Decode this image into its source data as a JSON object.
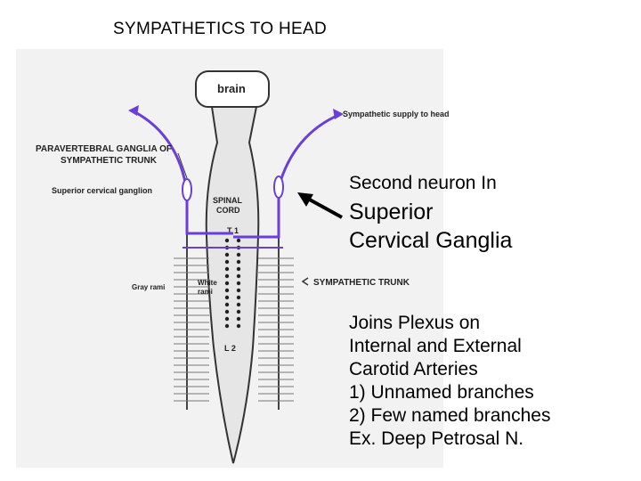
{
  "title": "SYMPATHETICS TO HEAD",
  "diagram": {
    "brain": "brain",
    "supply": "Sympathetic supply to head",
    "paravertebral_1": "PARAVERTEBRAL GANGLIA OF",
    "paravertebral_2": "SYMPATHETIC TRUNK",
    "superior_ganglion": "Superior cervical ganglion",
    "spinal_1": "SPINAL",
    "spinal_2": "CORD",
    "t1": "T 1",
    "l2": "L 2",
    "gray_rami": "Gray rami",
    "white_rami_1": "White",
    "white_rami_2": "rami",
    "sympathetic_trunk": "SYMPATHETIC TRUNK"
  },
  "side_text": {
    "line1": "Second neuron In",
    "line2": "Superior",
    "line3": "Cervical Ganglia",
    "block": [
      "Joins Plexus on",
      "Internal and External",
      "Carotid Arteries",
      "1) Unnamed branches",
      "2) Few named branches",
      "Ex. Deep Petrosal N."
    ]
  },
  "colors": {
    "pathway": "#6a3fd8",
    "outline": "#333333"
  }
}
